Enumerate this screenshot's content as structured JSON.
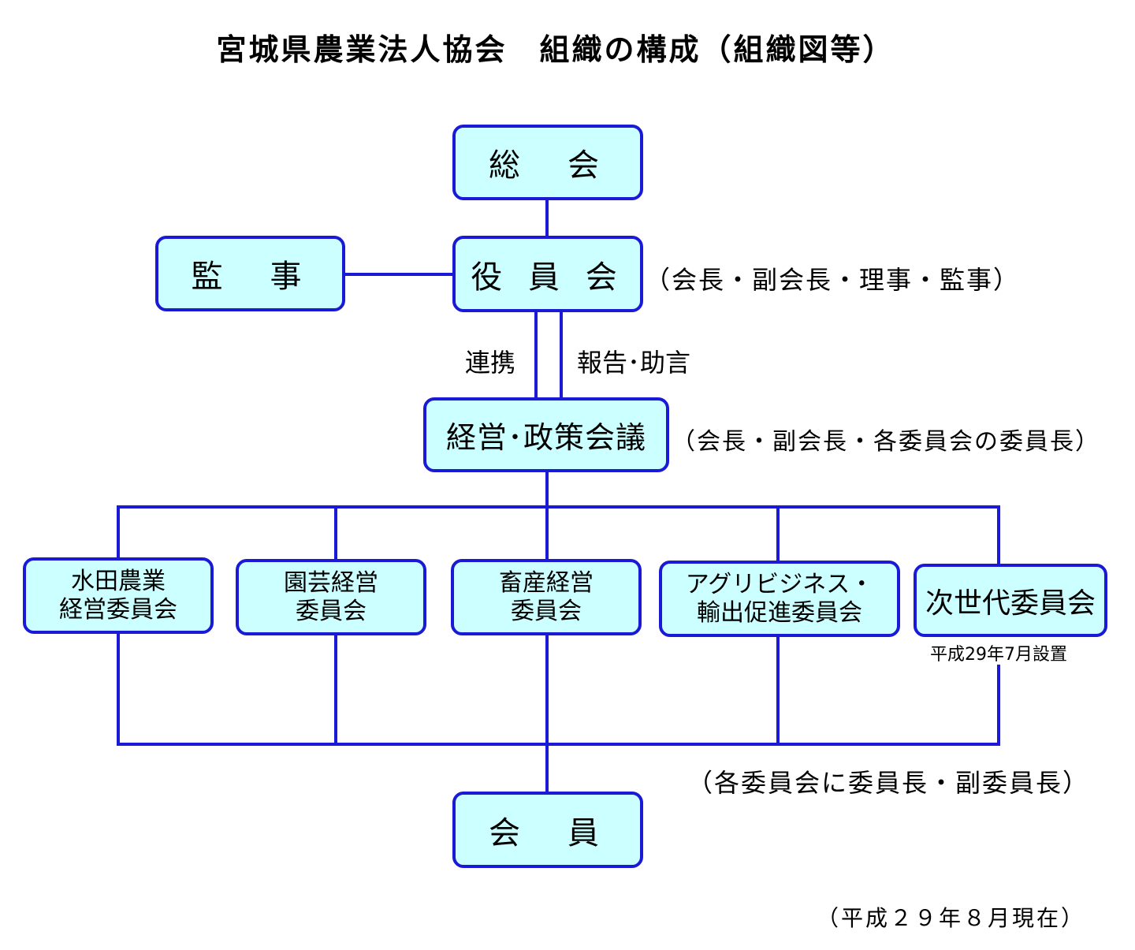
{
  "title": "宮城県農業法人協会　組織の構成（組織図等）",
  "nodes": {
    "soukai": "総　会",
    "kanji": "監　事",
    "yakuinkai": "役 員 会",
    "keiei_seisaku": "経営･政策会議",
    "committees": [
      "水田農業\n経営委員会",
      "園芸経営\n委員会",
      "畜産経営\n委員会",
      "アグリビジネス・\n輸出促進委員会",
      "次世代委員会"
    ],
    "kaiin": "会　員"
  },
  "notes": {
    "yakuinkai_members": "（会長・副会長・理事・監事）",
    "renkei": "連携",
    "houkoku_jogen": "報告･助言",
    "keiei_members": "（会長・副会長・各委員会の委員長）",
    "jisedai_established": "平成29年7月設置",
    "committee_members": "（各委員会に委員長・副委員長）",
    "as_of": "（平成２９年８月現在）"
  },
  "colors": {
    "box_fill": "#ccffff",
    "line": "#1a1ad6"
  }
}
